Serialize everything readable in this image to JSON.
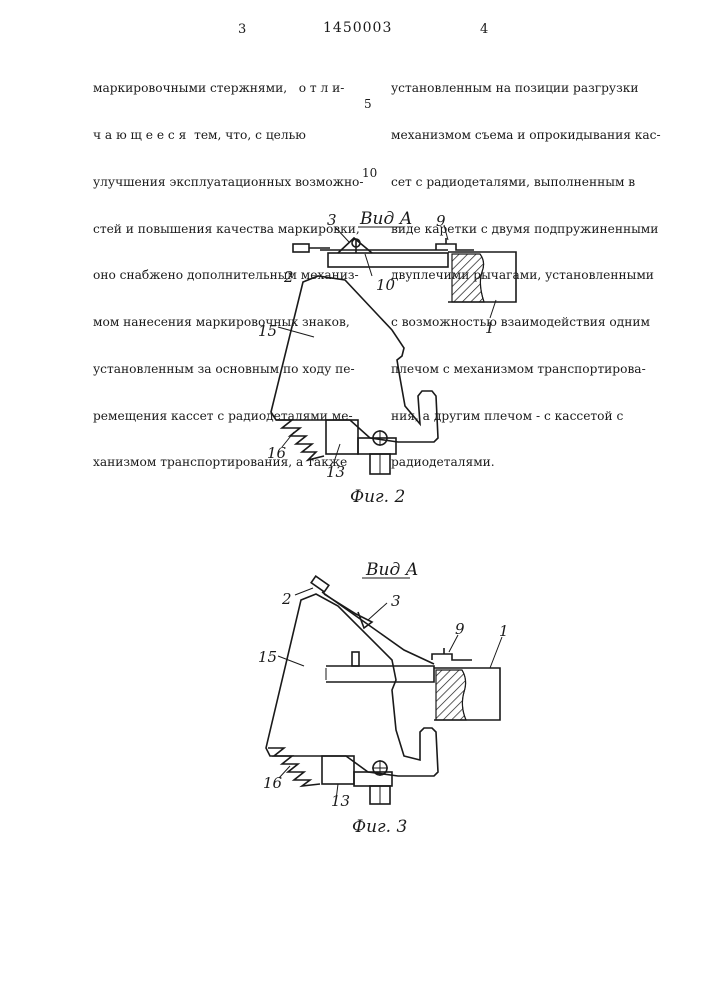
{
  "header": {
    "page_left": "3",
    "doc_number": "1450003",
    "page_right": "4"
  },
  "text": {
    "left_lines": [
      "маркировочными стержнями,   о т л и-",
      "ч а ю щ е е с я  тем, что, с целью",
      "улучшения эксплуатационных возможно-",
      "стей и повышения качества маркировки,",
      "оно снабжено дополнительным механиз-",
      "мом нанесения маркировочных знаков,",
      "установленным за основным по ходу пе-",
      "ремещения кассет с радиодеталями ме-",
      "ханизмом транспортирования, а также"
    ],
    "right_lines": [
      "установленным на позиции разгрузки",
      "механизмом съема и опрокидывания кас-",
      "сет с радиодеталями, выполненным в",
      "виде каретки с двумя подпружиненными",
      "двуплечими рычагами, установленными",
      "с возможностью взаимодействия одним",
      "плечом с механизмом транспортирова-",
      "ния, а другим плечом - с кассетой с",
      "радиодеталями."
    ],
    "line_markers": [
      "5",
      "10"
    ]
  },
  "figures": {
    "fig2": {
      "view_label": "Вид А",
      "caption": "Фиг. 2",
      "labels": [
        "3",
        "9",
        "2",
        "10",
        "1",
        "15",
        "16",
        "13"
      ]
    },
    "fig3": {
      "view_label": "Вид А",
      "caption": "Фиг. 3",
      "labels": [
        "2",
        "3",
        "9",
        "1",
        "15",
        "16",
        "13"
      ]
    }
  }
}
